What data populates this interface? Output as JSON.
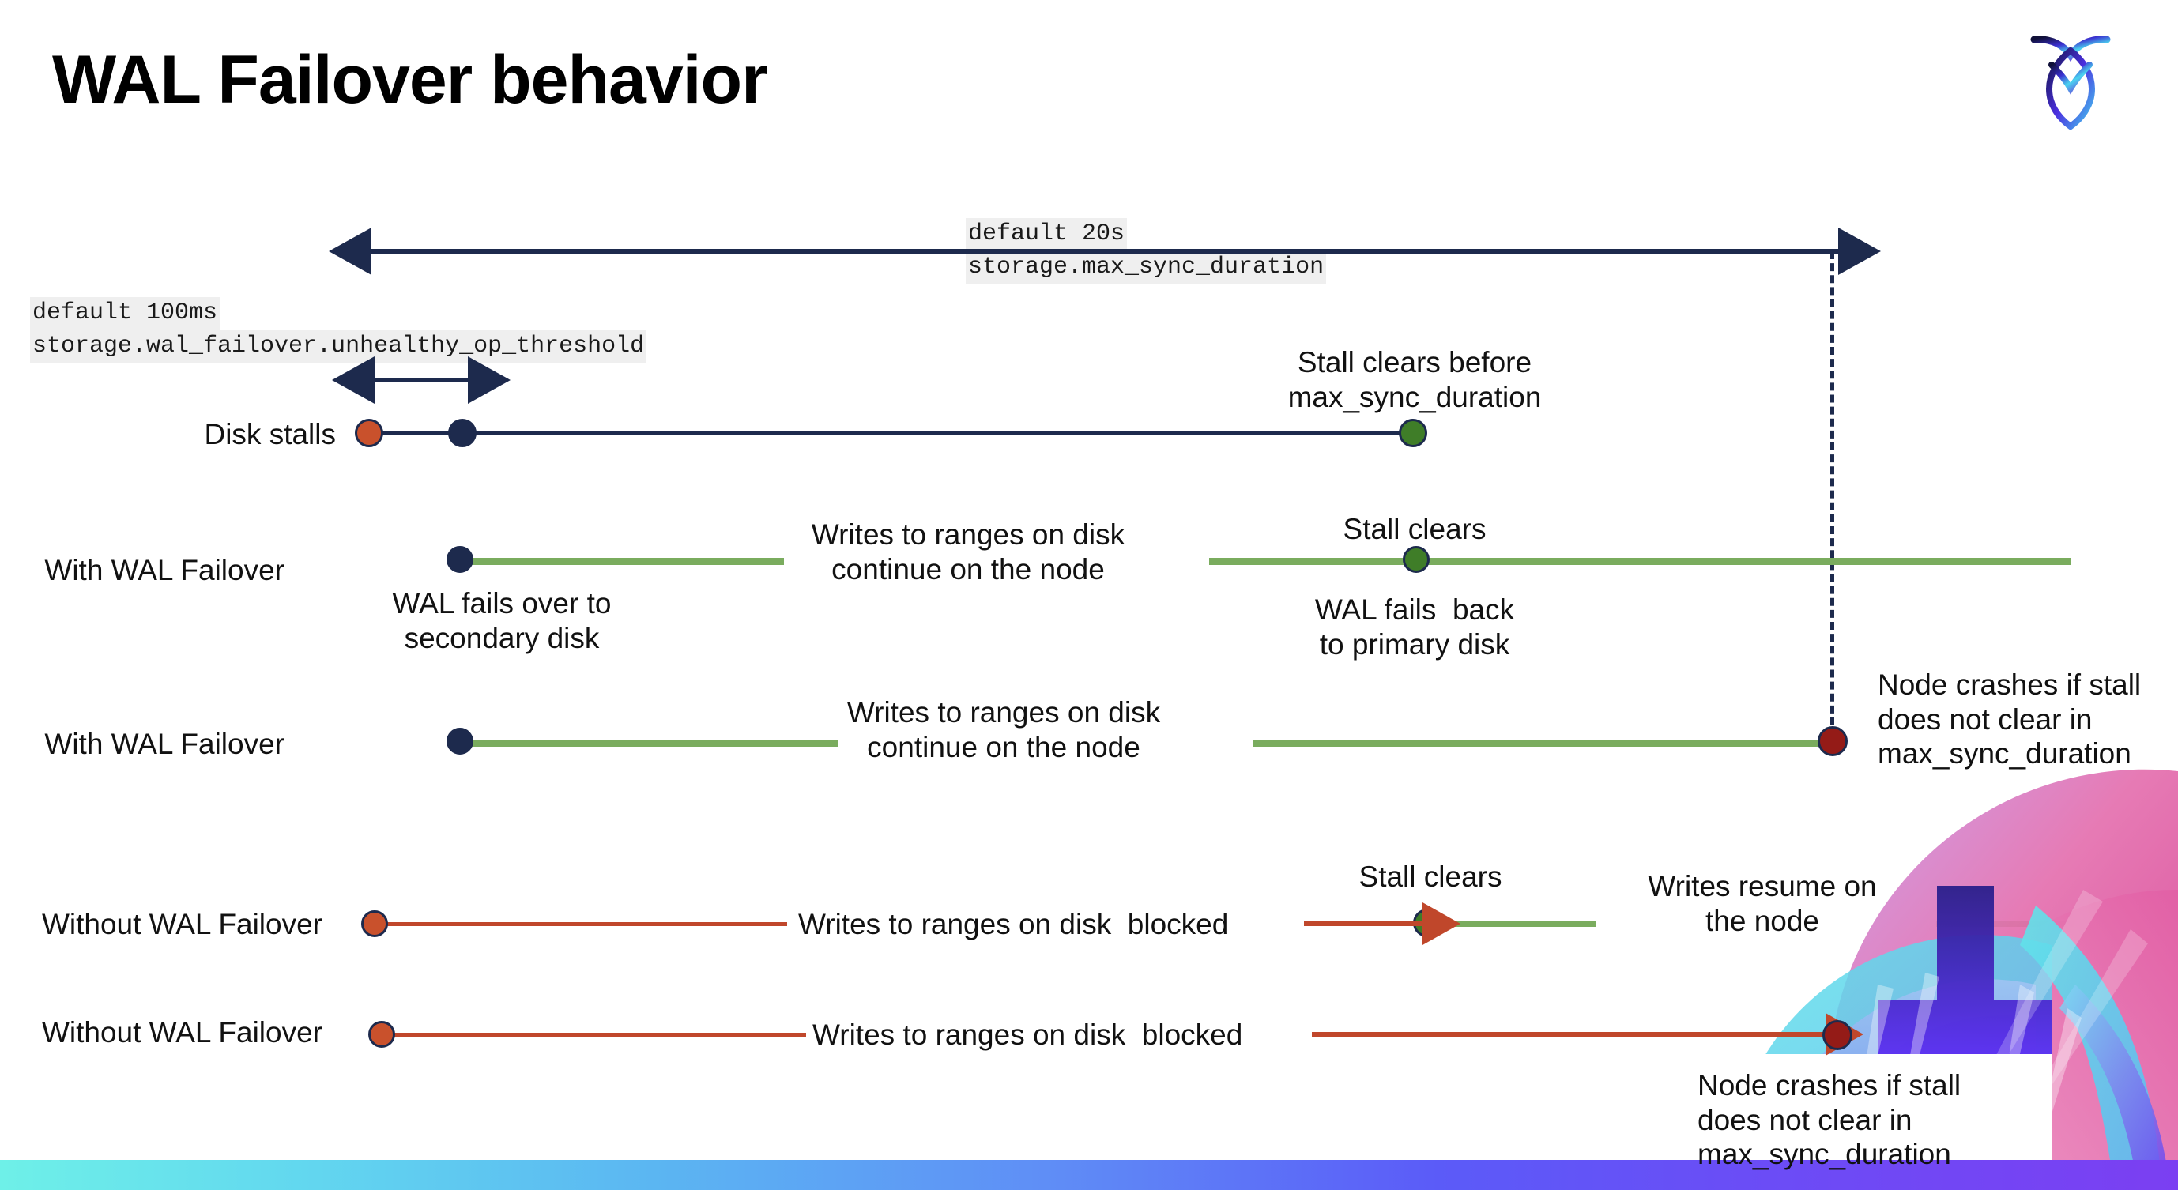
{
  "slide": {
    "title": "WAL Failover behavior",
    "logo_name": "cockroach-logo"
  },
  "settings": {
    "max_sync": {
      "default_label": "default 20s",
      "setting_label": "storage.max_sync_duration"
    },
    "unhealthy_op": {
      "default_label": "default 100ms",
      "setting_label": "storage.wal_failover.unhealthy_op_threshold"
    }
  },
  "rows": {
    "disk_stalls": {
      "label": "Disk stalls",
      "annotation": "Stall clears before\nmax_sync_duration"
    },
    "with_failover_clears": {
      "label": "With WAL Failover",
      "note_failover": "WAL fails over to\nsecondary disk",
      "note_writes": "Writes to ranges on disk\ncontinue on the node",
      "note_stall_clears": "Stall clears",
      "note_fails_back": "WAL fails  back\nto primary disk"
    },
    "with_failover_crash": {
      "label": "With WAL Failover",
      "note_writes": "Writes to ranges on disk\ncontinue on the node",
      "note_crash": "Node crashes if stall\ndoes not clear in\nmax_sync_duration"
    },
    "without_failover_clears": {
      "label": "Without WAL Failover",
      "note_blocked": "Writes to ranges on disk  blocked",
      "note_stall_clears": "Stall clears",
      "note_resume": "Writes resume on\nthe node"
    },
    "without_failover_crash": {
      "label": "Without WAL Failover",
      "note_blocked": "Writes to ranges on disk  blocked",
      "note_crash": "Node crashes if stall\ndoes not clear in\nmax_sync_duration"
    }
  },
  "colors": {
    "navy": "#1d2a4d",
    "green_line": "#7aac5e",
    "green_dot": "#3f7d28",
    "orange": "#c9512c",
    "orange_line": "#c0472b",
    "dark_red": "#941b17",
    "chip_bg": "#efefef"
  }
}
